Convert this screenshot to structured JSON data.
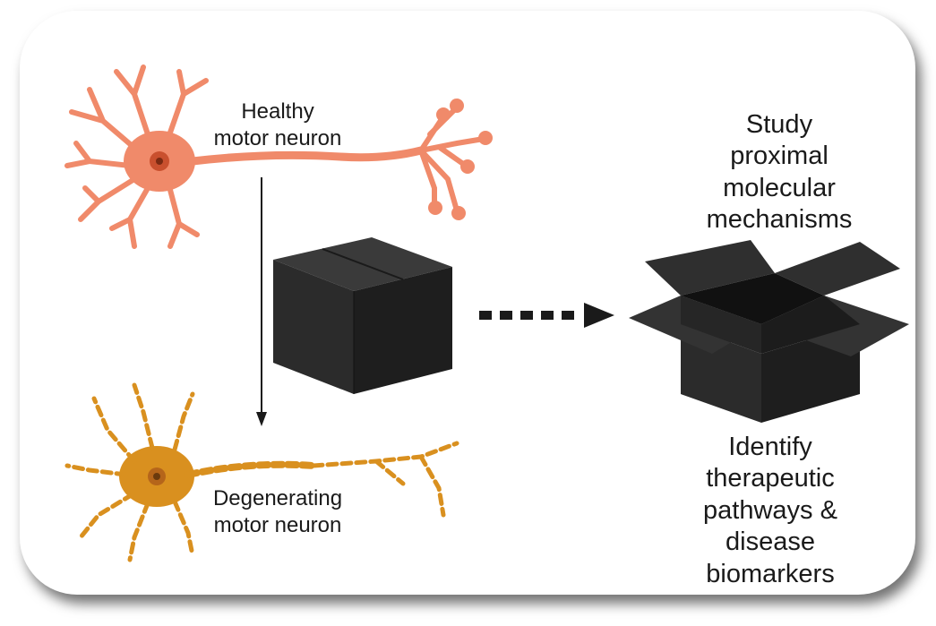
{
  "labels": {
    "healthy_line1": "Healthy",
    "healthy_line2": "motor neuron",
    "degenerating_line1": "Degenerating",
    "degenerating_line2": "motor neuron",
    "study_lines": [
      "Study",
      "proximal",
      "molecular",
      "mechanisms"
    ],
    "identify_lines": [
      "Identify",
      "therapeutic",
      "pathways &",
      "disease",
      "biomarkers"
    ]
  },
  "colors": {
    "healthy_neuron": "#f08a6a",
    "healthy_nucleus": "#c9502e",
    "degenerating_neuron": "#d9901f",
    "degenerating_nucleus": "#b5651a",
    "box": "#2b2b2b",
    "box_dark": "#1e1e1e",
    "arrow": "#1a1a1a"
  }
}
